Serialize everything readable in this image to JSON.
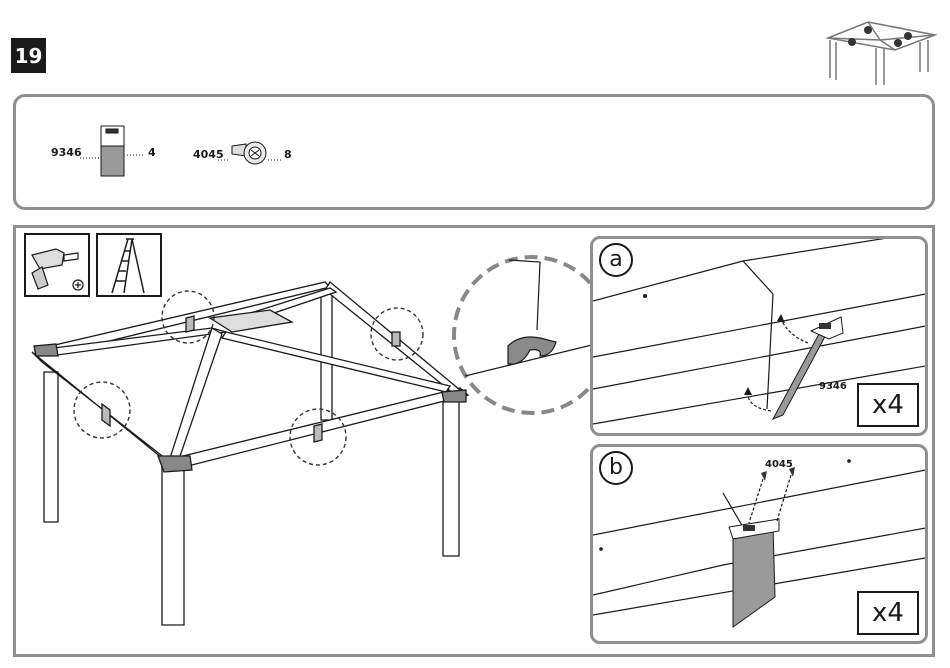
{
  "step": {
    "number": "19"
  },
  "parts": [
    {
      "code": "9346",
      "qty": "4",
      "icon": "bracket-plate-icon"
    },
    {
      "code": "4045",
      "qty": "8",
      "icon": "screw-icon"
    }
  ],
  "tools": [
    {
      "icon": "power-drill-icon"
    },
    {
      "icon": "step-ladder-icon"
    }
  ],
  "detail_a": {
    "letter": "a",
    "part_label": "9346",
    "multiplier": "x4"
  },
  "detail_b": {
    "letter": "b",
    "part_label": "4045",
    "multiplier": "x4"
  }
}
